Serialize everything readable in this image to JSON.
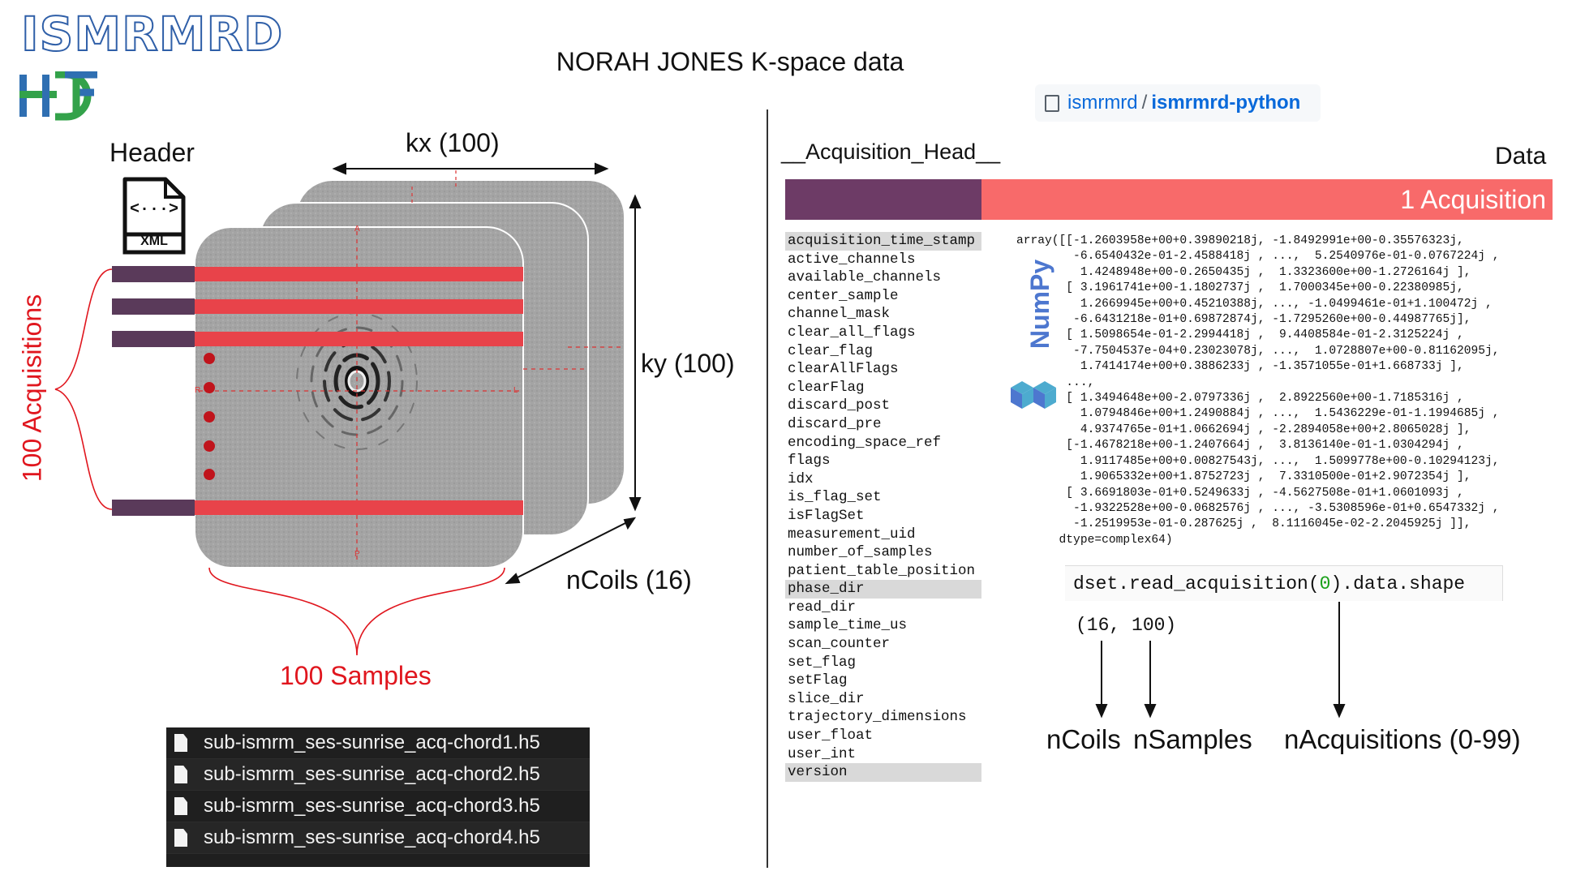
{
  "logos": {
    "ismrmrd": "ISMRMRD",
    "hdf": "HDF"
  },
  "title": "NORAH JONES K-space data",
  "left": {
    "header_label": "Header",
    "xml_icon_text": "XML",
    "xml_icon_glyph": "<···>",
    "kx_label": "kx (100)",
    "ky_label": "ky (100)",
    "ncoils_label": "nCoils (16)",
    "acquisitions_label": "100 Acquisitions",
    "samples_label": "100 Samples",
    "orientation": {
      "anterior": "A",
      "posterior": "P",
      "left": "L",
      "right": "R"
    },
    "files": [
      "sub-ismrm_ses-sunrise_acq-chord1.h5",
      "sub-ismrm_ses-sunrise_acq-chord2.h5",
      "sub-ismrm_ses-sunrise_acq-chord3.h5",
      "sub-ismrm_ses-sunrise_acq-chord4.h5"
    ],
    "colors": {
      "acq_stripe": "#e8434a",
      "header_stripe": "#5a3a5a",
      "brace": "#e0161e"
    }
  },
  "right": {
    "repo": {
      "owner": "ismrmrd",
      "separator": "/",
      "name": "ismrmrd-python"
    },
    "acq_head_title": "__Acquisition_Head__",
    "data_title": "Data",
    "acquisition_bar_label": "1 Acquisition",
    "attributes": [
      {
        "name": "acquisition_time_stamp",
        "highlight": true
      },
      {
        "name": "active_channels",
        "highlight": false
      },
      {
        "name": "available_channels",
        "highlight": false
      },
      {
        "name": "center_sample",
        "highlight": false
      },
      {
        "name": "channel_mask",
        "highlight": false
      },
      {
        "name": "clear_all_flags",
        "highlight": false
      },
      {
        "name": "clear_flag",
        "highlight": false
      },
      {
        "name": "clearAllFlags",
        "highlight": false
      },
      {
        "name": "clearFlag",
        "highlight": false
      },
      {
        "name": "discard_post",
        "highlight": false
      },
      {
        "name": "discard_pre",
        "highlight": false
      },
      {
        "name": "encoding_space_ref",
        "highlight": false
      },
      {
        "name": "flags",
        "highlight": false
      },
      {
        "name": "idx",
        "highlight": false
      },
      {
        "name": "is_flag_set",
        "highlight": false
      },
      {
        "name": "isFlagSet",
        "highlight": false
      },
      {
        "name": "measurement_uid",
        "highlight": false
      },
      {
        "name": "number_of_samples",
        "highlight": false
      },
      {
        "name": "patient_table_position",
        "highlight": false
      },
      {
        "name": "phase_dir",
        "highlight": true
      },
      {
        "name": "read_dir",
        "highlight": false
      },
      {
        "name": "sample_time_us",
        "highlight": false
      },
      {
        "name": "scan_counter",
        "highlight": false
      },
      {
        "name": "set_flag",
        "highlight": false
      },
      {
        "name": "setFlag",
        "highlight": false
      },
      {
        "name": "slice_dir",
        "highlight": false
      },
      {
        "name": "trajectory_dimensions",
        "highlight": false
      },
      {
        "name": "user_float",
        "highlight": false
      },
      {
        "name": "user_int",
        "highlight": false
      },
      {
        "name": "version",
        "highlight": true
      }
    ],
    "array_lines": [
      "array([[-1.2603958e+00+0.39890218j, -1.8492991e+00-0.35576323j,",
      "        -6.6540432e-01-2.4588418j , ...,  5.2540976e-01-0.0767224j ,",
      "         1.4248948e+00-0.2650435j ,  1.3323600e+00-1.2726164j ],",
      "       [ 3.1961741e+00-1.1802737j ,  1.7000345e+00-0.22380985j,",
      "         1.2669945e+00+0.45210388j, ..., -1.0499461e-01+1.100472j ,",
      "        -6.6431218e-01+0.69872874j, -1.7295260e+00-0.44987765j],",
      "       [ 1.5098654e-01-2.2994418j ,  9.4408584e-01-2.3125224j ,",
      "        -7.7504537e-04+0.23023078j, ...,  1.0728807e+00-0.81162095j,",
      "         1.7414174e+00+0.3886233j , -1.3571055e-01+1.668733j ],",
      "       ...,",
      "       [ 1.3494648e+00-2.0797336j ,  2.8922560e+00-1.7185316j ,",
      "         1.0794846e+00+1.2490884j , ...,  1.5436229e-01-1.1994685j ,",
      "         4.9374765e-01+1.0662694j , -2.2894058e+00+2.8065028j ],",
      "       [-1.4678218e+00-1.2407664j ,  3.8136140e-01-1.0304294j ,",
      "         1.9117485e+00+0.00827543j, ...,  1.5099778e+00-0.10294123j,",
      "         1.9065332e+00+1.8752723j ,  7.3310500e-01+2.9072354j ],",
      "       [ 3.6691803e-01+0.5249633j , -4.5627508e-01+1.0601093j ,",
      "        -1.9322528e+00-0.0682576j , ..., -3.5308596e-01+0.6547332j ,",
      "        -1.2519953e-01-0.287625j ,  8.1116045e-02-2.2045925j ]],",
      "      dtype=complex64)"
    ],
    "numpy_label": "NumPy",
    "code": {
      "prefix": "dset.read_acquisition(",
      "arg": "0",
      "suffix": ").data.shape"
    },
    "shape_output": "(16, 100)",
    "labels": {
      "ncoils": "nCoils",
      "nsamples": "nSamples",
      "nacquisitions": "nAcquisitions (0-99)"
    }
  }
}
